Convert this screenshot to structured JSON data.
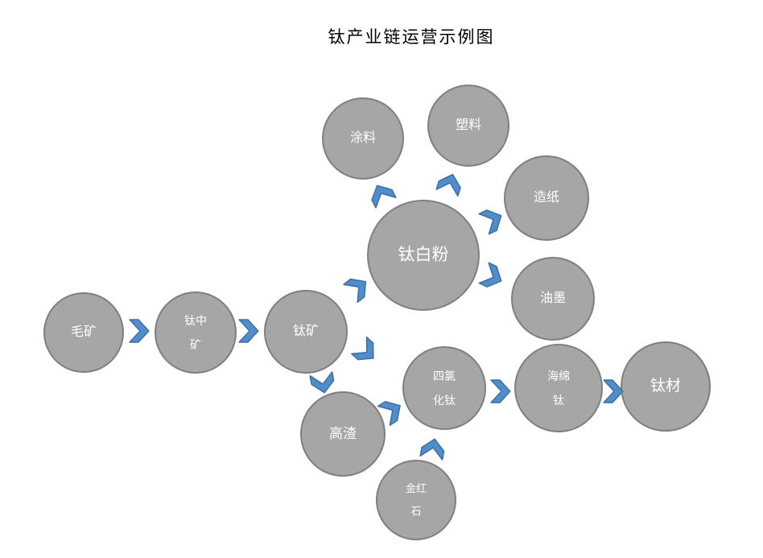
{
  "title": "钛产业链运营示例图",
  "colors": {
    "background": "#ffffff",
    "node_fill": "#a6a6a6",
    "node_border": "#7f7f7f",
    "node_text": "#ffffff",
    "arrow_fill": "#4e8ed0",
    "arrow_border": "#41719c",
    "title_text": "#000000"
  },
  "nodes": {
    "mao_kuang": {
      "label": "毛矿"
    },
    "tai_zhong_kuang": {
      "line1": "钛中",
      "line2": "矿"
    },
    "tai_kuang": {
      "label": "钛矿"
    },
    "tai_bai_fen": {
      "label": "钛白粉"
    },
    "tu_liao": {
      "label": "涂料"
    },
    "su_liao": {
      "label": "塑料"
    },
    "zao_zhi": {
      "label": "造纸"
    },
    "you_mo": {
      "label": "油墨"
    },
    "gao_zha": {
      "label": "高渣"
    },
    "si_lv_hua_tai": {
      "line1": "四氯",
      "line2": "化钛"
    },
    "jin_hong_shi": {
      "line1": "金红",
      "line2": "石"
    },
    "hai_mian_tai": {
      "line1": "海绵",
      "line2": "钛"
    },
    "tai_cai": {
      "label": "钛材"
    }
  },
  "edges": [
    {
      "from": "毛矿",
      "to": "钛中矿"
    },
    {
      "from": "钛中矿",
      "to": "钛矿"
    },
    {
      "from": "钛矿",
      "to": "钛白粉"
    },
    {
      "from": "钛矿",
      "to": "四氯化钛"
    },
    {
      "from": "钛矿",
      "to": "高渣"
    },
    {
      "from": "钛白粉",
      "to": "涂料"
    },
    {
      "from": "钛白粉",
      "to": "塑料"
    },
    {
      "from": "钛白粉",
      "to": "造纸"
    },
    {
      "from": "钛白粉",
      "to": "油墨"
    },
    {
      "from": "高渣",
      "to": "四氯化钛"
    },
    {
      "from": "金红石",
      "to": "四氯化钛"
    },
    {
      "from": "四氯化钛",
      "to": "海绵钛"
    },
    {
      "from": "海绵钛",
      "to": "钛材"
    }
  ]
}
